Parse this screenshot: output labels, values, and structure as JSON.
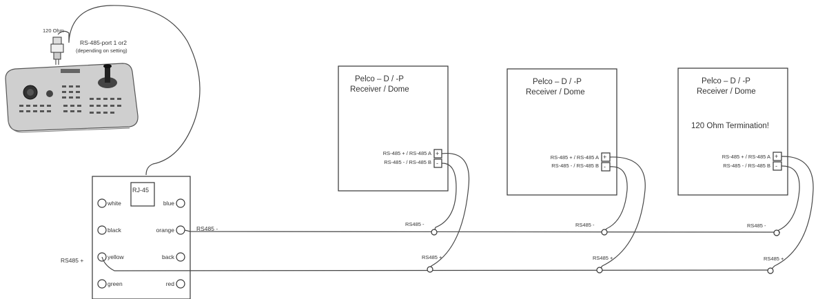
{
  "keyboard": {
    "resistor_label": "120 Ohm",
    "port_line1": "RS-485-port 1 or2",
    "port_line2": "(depending on setting)"
  },
  "junction_box": {
    "rj45": "RJ-45",
    "left_pins": [
      "white",
      "black",
      "yellow",
      "green"
    ],
    "right_pins": [
      "blue",
      "orange",
      "back",
      "red"
    ],
    "left_label": "RS485 +",
    "out_label": "RS485 -"
  },
  "domes": [
    {
      "title1": "Pelco – D / -P",
      "title2": "Receiver / Dome",
      "note": "",
      "pin_a": "RS-485 + / RS-485 A",
      "pin_b": "RS-485 - / RS-485 B",
      "minus_tap": "RS485 -",
      "plus_tap": "RS485 +"
    },
    {
      "title1": "Pelco – D / -P",
      "title2": "Receiver / Dome",
      "note": "",
      "pin_a": "RS-485 + / RS-485 A",
      "pin_b": "RS-485 - / RS-485 B",
      "minus_tap": "RS485 -",
      "plus_tap": "RS485 +"
    },
    {
      "title1": "Pelco – D / -P",
      "title2": "Receiver / Dome",
      "note": "120 Ohm Termination!",
      "pin_a": "RS-485 + / RS-485 A",
      "pin_b": "RS-485 - / RS-485 B",
      "minus_tap": "RS485 -",
      "plus_tap": "RS485 +"
    }
  ],
  "terminal_signs": {
    "plus": "+",
    "minus": "-"
  }
}
